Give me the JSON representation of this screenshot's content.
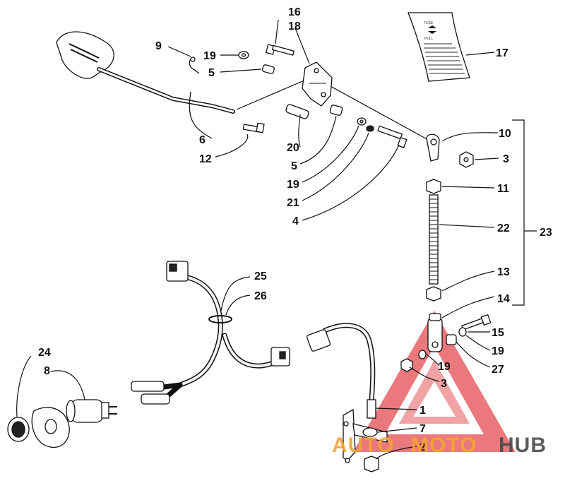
{
  "callouts": [
    {
      "id": "c16",
      "text": "16"
    },
    {
      "id": "c18",
      "text": "18"
    },
    {
      "id": "c9",
      "text": "9"
    },
    {
      "id": "c19a",
      "text": "19"
    },
    {
      "id": "c5a",
      "text": "5"
    },
    {
      "id": "c17",
      "text": "17"
    },
    {
      "id": "c6",
      "text": "6"
    },
    {
      "id": "c12",
      "text": "12"
    },
    {
      "id": "c20",
      "text": "20"
    },
    {
      "id": "c5b",
      "text": "5"
    },
    {
      "id": "c19b",
      "text": "19"
    },
    {
      "id": "c21",
      "text": "21"
    },
    {
      "id": "c4",
      "text": "4"
    },
    {
      "id": "c10",
      "text": "10"
    },
    {
      "id": "c3a",
      "text": "3"
    },
    {
      "id": "c11",
      "text": "11"
    },
    {
      "id": "c22",
      "text": "22"
    },
    {
      "id": "c23",
      "text": "23"
    },
    {
      "id": "c13",
      "text": "13"
    },
    {
      "id": "c14",
      "text": "14"
    },
    {
      "id": "c15",
      "text": "15"
    },
    {
      "id": "c19c",
      "text": "19"
    },
    {
      "id": "c27",
      "text": "27"
    },
    {
      "id": "c19d",
      "text": "19"
    },
    {
      "id": "c3b",
      "text": "3"
    },
    {
      "id": "c25",
      "text": "25"
    },
    {
      "id": "c26",
      "text": "26"
    },
    {
      "id": "c24",
      "text": "24"
    },
    {
      "id": "c8",
      "text": "8"
    },
    {
      "id": "c1",
      "text": "1"
    },
    {
      "id": "c7",
      "text": "7"
    },
    {
      "id": "c2",
      "text": "2"
    }
  ],
  "watermark": {
    "part1": "AUTO",
    "part2": "MOTO",
    "part3": "HUB",
    "color_orange": "#f2a533",
    "color_grey": "#4a4a4a",
    "color_red": "#e0393e"
  },
  "decal": {
    "heading": "FUSE",
    "sub": "PULL"
  }
}
